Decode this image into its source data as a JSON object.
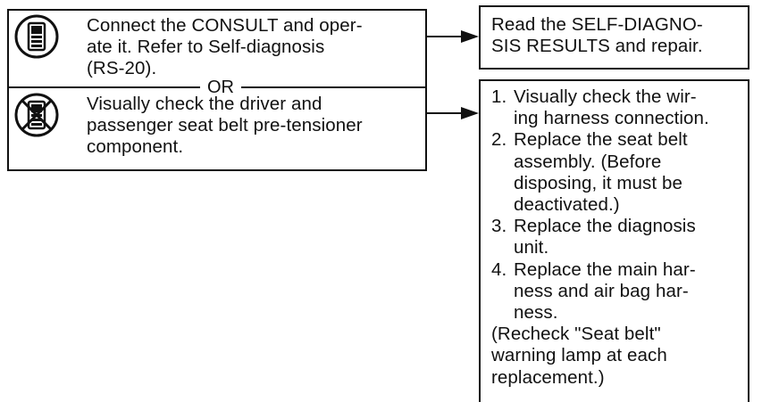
{
  "left_panel": {
    "consult_text": [
      "Connect the CONSULT and oper-",
      "ate it. Refer to Self-diagnosis",
      "(RS-20)."
    ],
    "or_label": "OR",
    "visual_text": [
      "Visually check the driver and",
      "passenger seat belt pre-tensioner",
      "component."
    ]
  },
  "result_top": {
    "lines": [
      "Read the SELF-DIAGNO-",
      "SIS RESULTS and repair."
    ]
  },
  "result_bottom": {
    "steps": [
      {
        "num": "1.",
        "lines": [
          "Visually check the wir-",
          "ing harness connection."
        ]
      },
      {
        "num": "2.",
        "lines": [
          "Replace the seat belt",
          "assembly. (Before",
          "disposing, it must be",
          "deactivated.)"
        ]
      },
      {
        "num": "3.",
        "lines": [
          "Replace the diagnosis",
          "unit."
        ]
      },
      {
        "num": "4.",
        "lines": [
          "Replace the main har-",
          "ness and air bag har-",
          "ness."
        ]
      }
    ],
    "note": [
      "(Recheck \"Seat belt\"",
      "warning lamp at each",
      "replacement.)"
    ]
  },
  "icons": {
    "consult": "consult-device-icon",
    "no_consult": "no-consult-device-icon"
  },
  "colors": {
    "ink": "#111111",
    "background": "#ffffff"
  }
}
